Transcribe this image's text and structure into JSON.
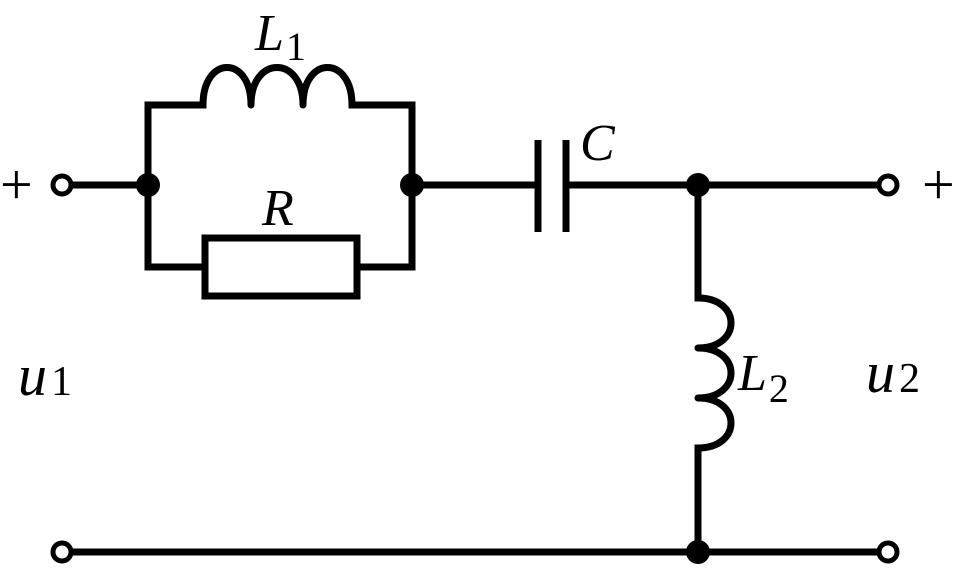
{
  "components": {
    "inductor_1": {
      "symbol": "L",
      "subscript": "1"
    },
    "resistor": {
      "symbol": "R"
    },
    "capacitor": {
      "symbol": "C"
    },
    "inductor_2": {
      "symbol": "L",
      "subscript": "2"
    }
  },
  "ports": {
    "input": {
      "symbol": "u",
      "subscript": "1",
      "polarity": "+"
    },
    "output": {
      "symbol": "u",
      "subscript": "2",
      "polarity": "+"
    }
  }
}
